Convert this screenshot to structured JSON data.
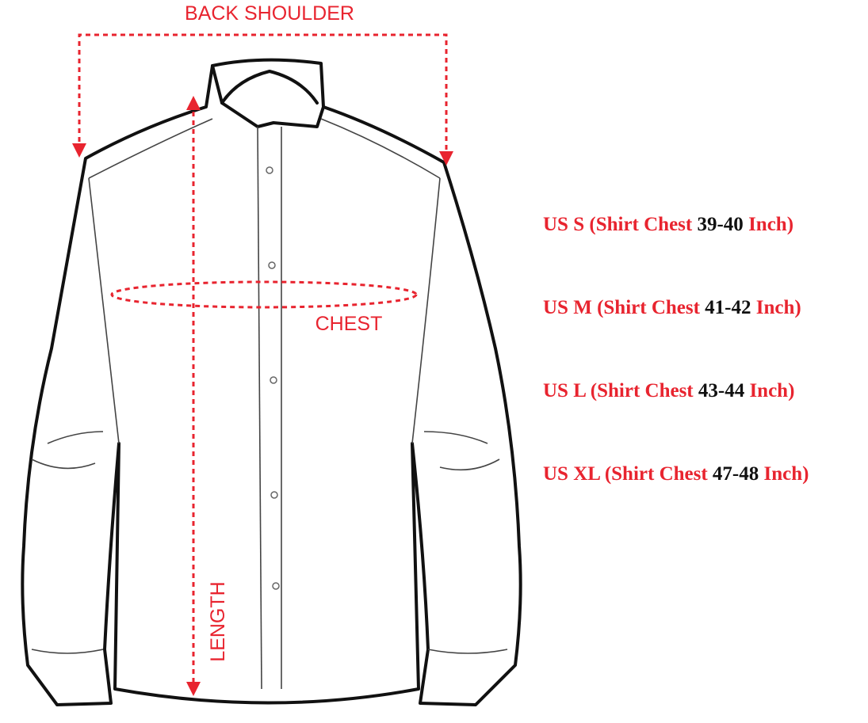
{
  "diagram": {
    "labels": {
      "back_shoulder": "BACK SHOULDER",
      "chest": "CHEST",
      "length": "LENGTH"
    },
    "sizes": [
      {
        "size": "US S",
        "prefix": "(Shirt Chest",
        "range": "39-40",
        "unit": "Inch)"
      },
      {
        "size": "US M",
        "prefix": "(Shirt Chest",
        "range": "41-42",
        "unit": "Inch)"
      },
      {
        "size": "US L",
        "prefix": "(Shirt Chest",
        "range": "43-44",
        "unit": "Inch)"
      },
      {
        "size": "US XL",
        "prefix": "(Shirt Chest",
        "range": "47-48",
        "unit": "Inch)"
      }
    ],
    "colors": {
      "accent": "#e8242f",
      "line": "#111111",
      "text": "#111111",
      "background": "#ffffff"
    }
  }
}
